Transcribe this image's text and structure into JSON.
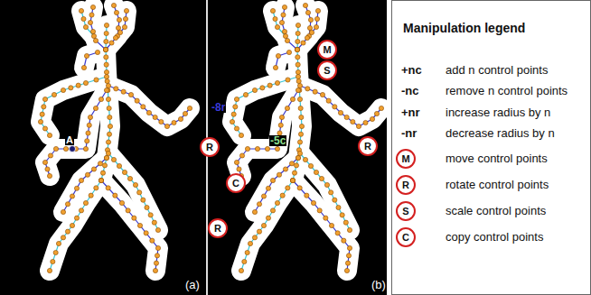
{
  "diagram": {
    "nodes": [
      {
        "text": [
          "M"
        ]
      },
      {
        "text": [
          "S"
        ]
      },
      {
        "text": [
          "R"
        ]
      },
      {
        "text": [
          "R"
        ]
      },
      {
        "text": [
          "C"
        ]
      },
      {
        "text": [
          "R"
        ]
      },
      {
        "text": [
          "M"
        ]
      },
      {
        "text": [
          "R"
        ]
      },
      {
        "text": [
          "S"
        ]
      },
      {
        "text": [
          "C"
        ]
      }
    ],
    "edges": [],
    "labels": [
      "A",
      "(a)",
      "-8r",
      "-5c",
      "(b)",
      "Manipulation legend",
      "+nc",
      "-nc",
      "+nr",
      "-nr"
    ],
    "legend": [
      {
        "text": "add n control points"
      },
      {
        "text": "remove n control points"
      },
      {
        "text": "increase radius by n"
      },
      {
        "text": "decrease radius by n"
      },
      {
        "text": "move control points"
      },
      {
        "text": "rotate control points"
      },
      {
        "text": "scale control points"
      },
      {
        "text": "copy control points"
      }
    ]
  }
}
